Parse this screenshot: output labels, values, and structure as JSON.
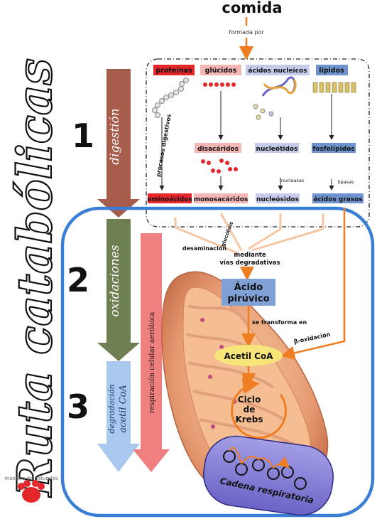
{
  "title_vertical": "Ruta catabólicas",
  "top": {
    "food": "comida",
    "formed_by": "formada por"
  },
  "stages": {
    "n1": "1",
    "n2": "2",
    "n3": "3"
  },
  "big_arrows": {
    "digestion": "digestión",
    "oxidation": "oxidaciones",
    "acetyl_line1": "degradación",
    "acetyl_line2": "acetil CoA",
    "respiration": "respiración celular aeróbica"
  },
  "categories": {
    "proteins": "proteínas",
    "carbs": "glúcidos",
    "nucleic": "ácidos nucleicos",
    "lipids": "lípidos"
  },
  "intermediates": {
    "disaccharides": "disacáridos",
    "nucleotides": "nucleótidos",
    "phospholipids": "fosfolípidos"
  },
  "products": {
    "amino": "aminoácidos",
    "mono": "monosacáridos",
    "nucleosides": "nucleósidos",
    "fatty": "ácidos grasos"
  },
  "labels": {
    "digestive_processes": "procesos digestivos",
    "nucleases": "nucleasas",
    "lipases": "lipasas",
    "glycolysis": "glucólisis",
    "deamination": "desaminación",
    "via_line1": "mediante",
    "via_line2": "vías degradativas",
    "pyruvic_line1": "Ácido",
    "pyruvic_line2": "pirúvico",
    "transforms": "se transforma en",
    "acetyl": "Acetil CoA",
    "beta_ox": "β-oxidación",
    "krebs_line1": "Ciclo",
    "krebs_line2": "de",
    "krebs_line3": "Krebs",
    "chain": "Cadena respiratoria"
  },
  "logo": {
    "text": "maestro de naturales"
  },
  "colors": {
    "proteins": "#e5262a",
    "carbs": "#f5b7b5",
    "nucleic": "#c5cbe8",
    "lipids": "#6f93cf",
    "food_arrow": "#ef7d22",
    "digestion_arrow": "#a65d4c",
    "oxidation_arrow": "#6e7f52",
    "acetyl_arrow": "#a9c8f0",
    "respiration_arrow": "#f08080",
    "frame": "#3a7fd5",
    "pyruvic_box": "#7fa1d6",
    "acetyl_ellipse": "#f7e57a",
    "chain": "#8a84d6"
  }
}
